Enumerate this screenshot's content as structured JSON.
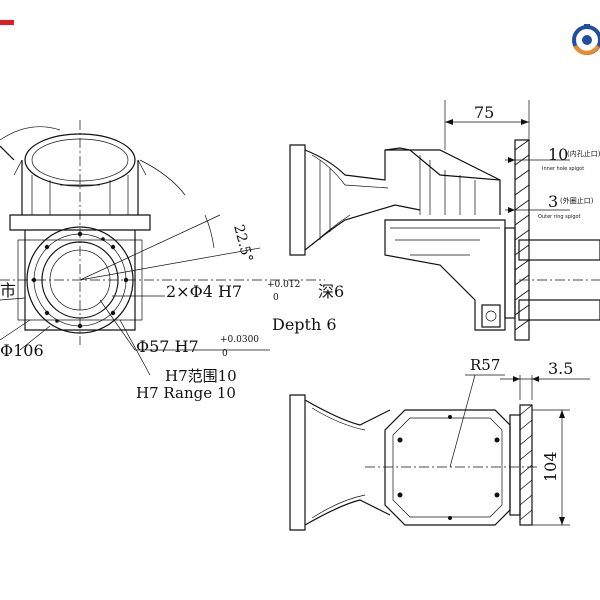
{
  "colors": {
    "accent_red": "#e11b22",
    "logo_blue": "#1f4fa0",
    "logo_orange": "#f08a24",
    "ink": "#111111"
  },
  "logo": {
    "icon": "gear-logo-icon"
  },
  "front_view": {
    "angle_label": "22.5°",
    "hole_label": "2×Φ4 H7",
    "hole_tol_upper": "+0.012",
    "hole_tol_lower": "0",
    "hole_depth_cn": "深6",
    "hole_depth_en": "Depth 6",
    "bore_label": "Φ57 H7",
    "bore_tol_upper": "+0.0300",
    "bore_tol_lower": "0",
    "range_cn": "H7范围10",
    "range_en": "H7 Range 10",
    "pcd_label": "Φ106",
    "cut_text": "市"
  },
  "side_view": {
    "dim_top": "75",
    "dim_inner": "10",
    "dim_inner_note": "(内孔止口)",
    "dim_inner_note_en": "Inner hole spigot",
    "dim_outer": "3",
    "dim_outer_note": "(外圈止口)",
    "dim_outer_note_en": "Outer ring spigot"
  },
  "top_view": {
    "radius_label": "R57",
    "dim_thickness": "3.5",
    "dim_height": "104"
  }
}
